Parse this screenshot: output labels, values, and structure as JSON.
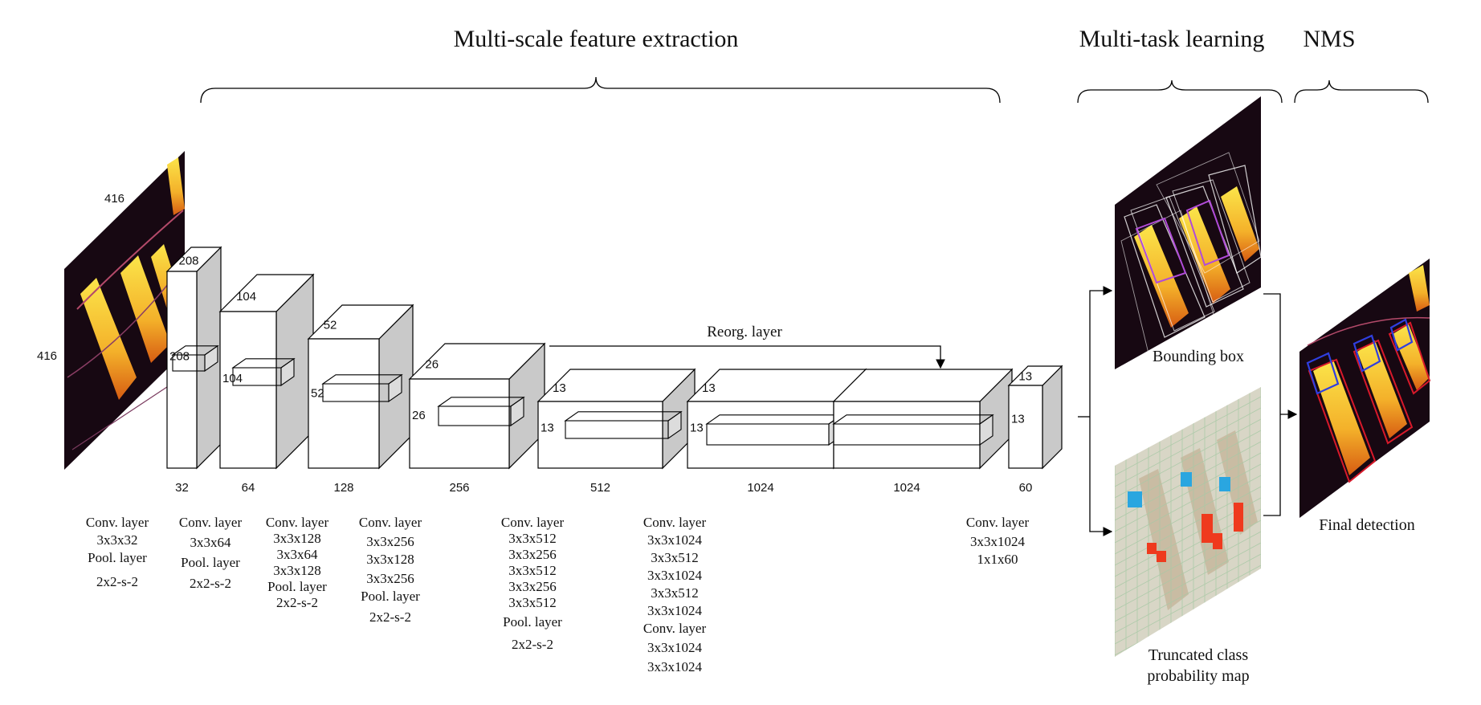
{
  "headings": {
    "feature": "Multi-scale feature extraction",
    "multitask": "Multi-task learning",
    "nms": "NMS"
  },
  "input": {
    "width": "416",
    "height": "416"
  },
  "blocks": [
    {
      "w": "208",
      "h": "208",
      "depth": "32"
    },
    {
      "w": "104",
      "h": "104",
      "depth": "64"
    },
    {
      "w": "52",
      "h": "52",
      "depth": "128"
    },
    {
      "w": "26",
      "h": "26",
      "depth": "256"
    },
    {
      "w": "13",
      "h": "13",
      "depth": "512"
    },
    {
      "w": "13",
      "h": "13",
      "depth": "1024"
    },
    {
      "w": "",
      "h": "",
      "depth": "1024"
    },
    {
      "w": "13",
      "h": "13",
      "depth": "60"
    }
  ],
  "reorg_label": "Reorg. layer",
  "layer_specs": [
    [
      "Conv. layer",
      "3x3x32",
      "Pool. layer",
      "2x2-s-2"
    ],
    [
      "Conv. layer",
      "3x3x64",
      "Pool. layer",
      "2x2-s-2"
    ],
    [
      "Conv. layer",
      "3x3x128",
      "3x3x64",
      "3x3x128",
      "Pool. layer",
      "2x2-s-2"
    ],
    [
      "Conv. layer",
      "3x3x256",
      "3x3x128",
      "3x3x256",
      "Pool. layer",
      "2x2-s-2"
    ],
    [
      "Conv. layer",
      "3x3x512",
      "3x3x256",
      "3x3x512",
      "3x3x256",
      "3x3x512",
      "Pool. layer",
      "2x2-s-2"
    ],
    [
      "Conv. layer",
      "3x3x1024",
      "3x3x512",
      "3x3x1024",
      "3x3x512",
      "3x3x1024",
      "Conv. layer",
      "3x3x1024",
      "3x3x1024"
    ],
    [
      "Conv. layer",
      "3x3x1024",
      "1x1x60"
    ]
  ],
  "outputs": {
    "bbox": "Bounding box",
    "probmap_line1": "Truncated class",
    "probmap_line2": "probability map",
    "final": "Final detection"
  },
  "colors": {
    "thermal_dark": "#1a0a14",
    "thermal_bright": "#f7d63a",
    "thermal_orange": "#e9861a",
    "prob_map_bg": "#d6d4c4",
    "prob_blue": "#2aa6e0",
    "prob_red": "#ef3a1e",
    "box_blue": "#2f3fe0",
    "box_red": "#d8192a"
  }
}
